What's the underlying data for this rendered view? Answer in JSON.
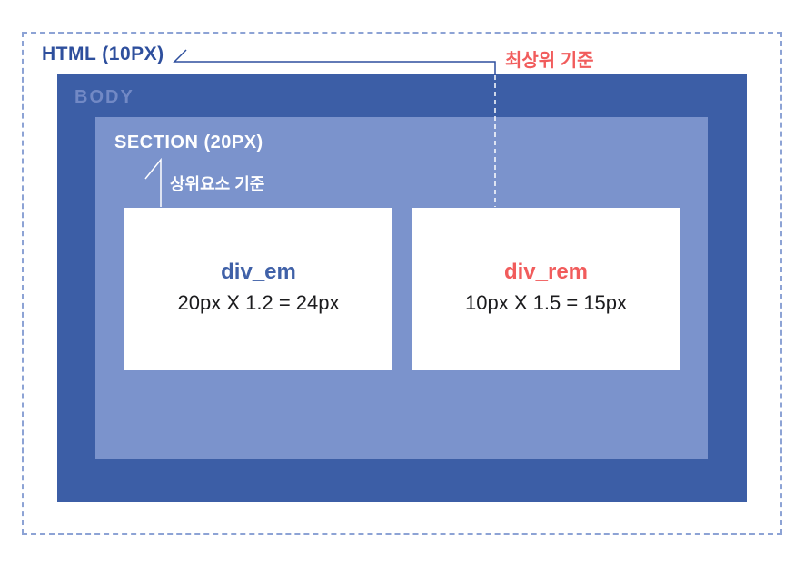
{
  "diagram": {
    "html_label": "HTML (10PX)",
    "root_reference_label": "최상위 기준",
    "body_label": "BODY",
    "section_label": "SECTION (20PX)",
    "parent_reference_label": "상위요소 기준",
    "div_em": {
      "title": "div_em",
      "formula": "20px X 1.2 = 24px"
    },
    "div_rem": {
      "title": "div_rem",
      "formula": "10px X 1.5 = 15px"
    },
    "colors": {
      "navy_text": "#2e4f9d",
      "red_text": "#f15c5c",
      "body_bg": "#3c5ea6",
      "section_bg": "#7b93cc",
      "body_label_color": "#7289c5",
      "dashed_border": "#8da3d5",
      "formula_text": "#1c1c1e",
      "em_title_color": "#4061a8",
      "box_white": "#ffffff"
    }
  }
}
